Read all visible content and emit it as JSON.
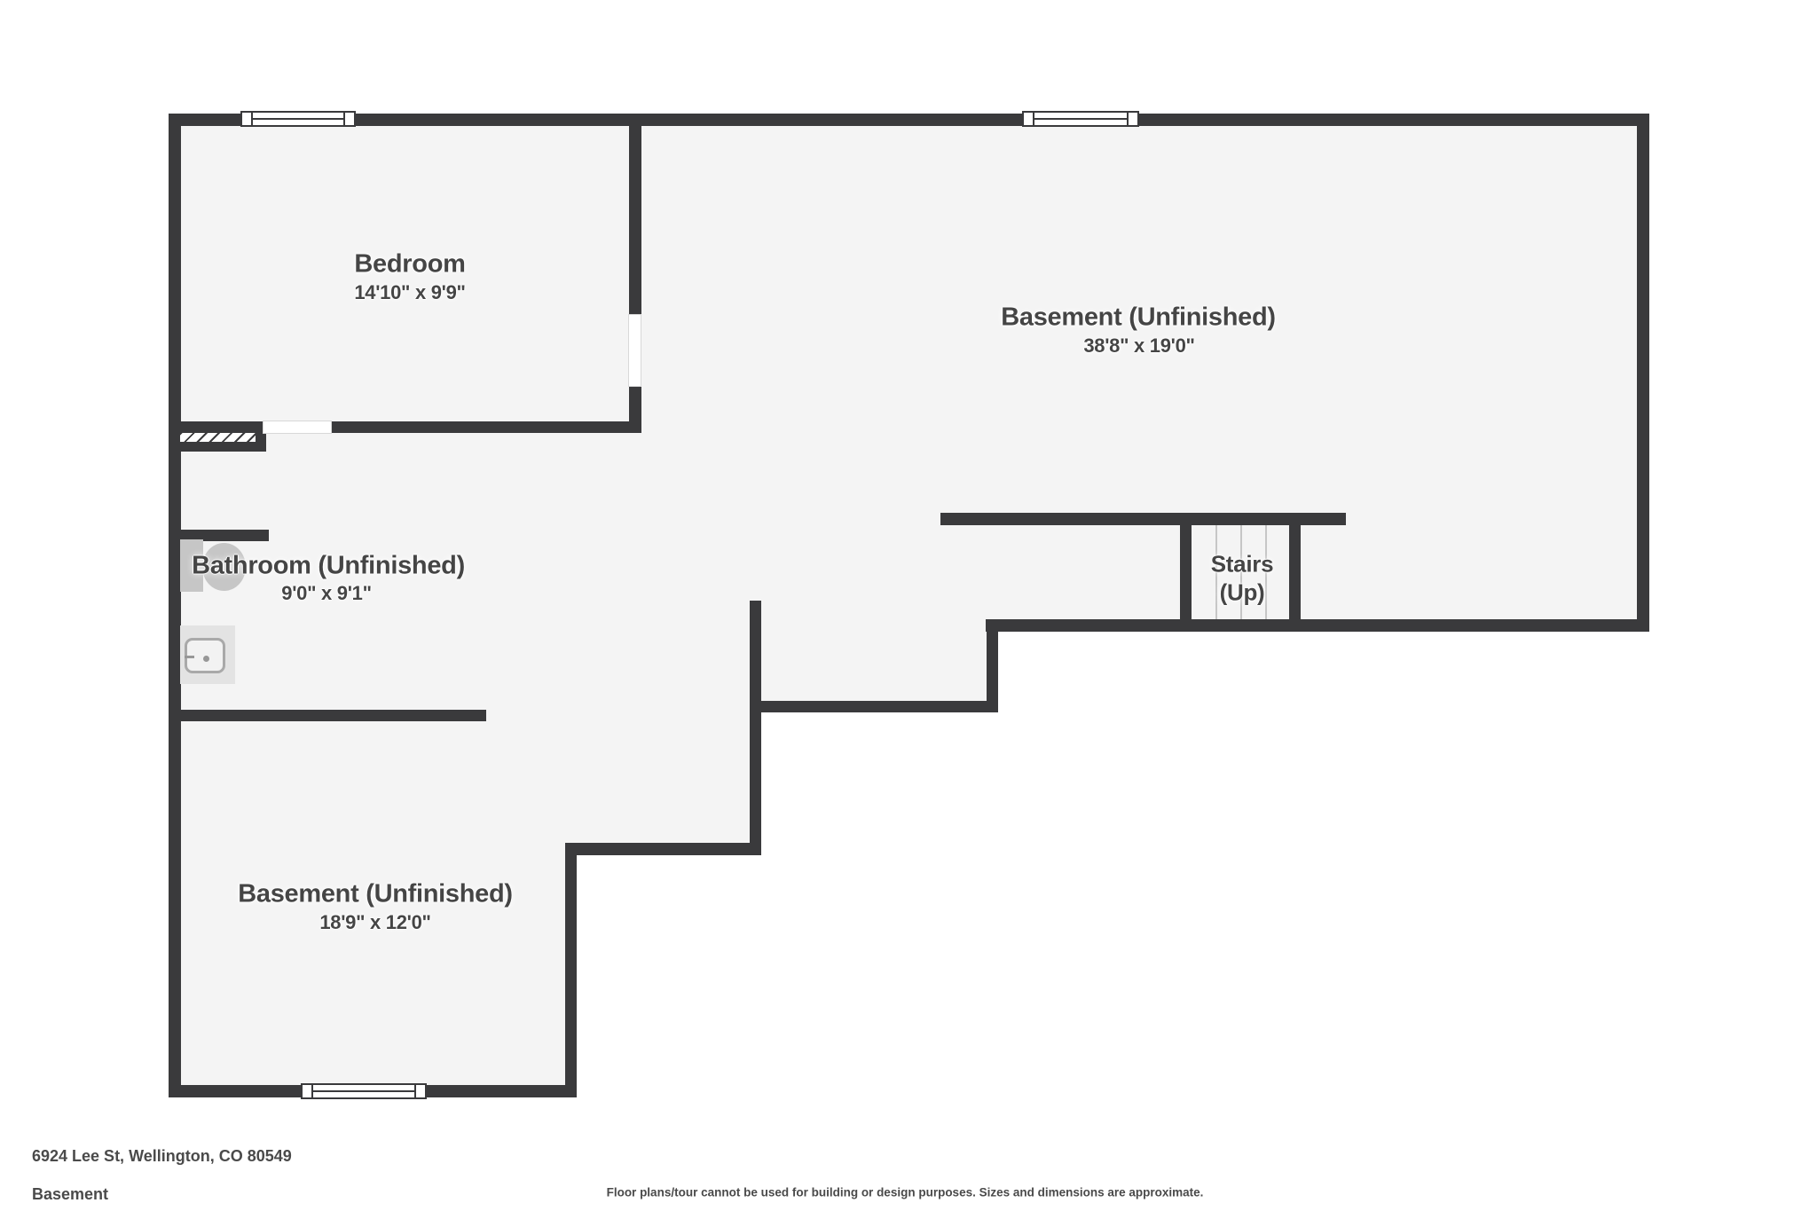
{
  "title": "Basement floor plan",
  "colors": {
    "wall": "#3a3a3c",
    "floor": "#f4f4f4",
    "outside": "#ffffff",
    "label_text": "#454545",
    "stair_tread": "#c6c6c6",
    "fixture_gray": "#c6c6c6",
    "sink_counter": "#e3e3e3"
  },
  "rooms": [
    {
      "name": "Bedroom",
      "dims": "14'10\" x 9'9\""
    },
    {
      "name": "Basement (Unfinished)",
      "dims": "38'8\" x 19'0\""
    },
    {
      "name": "Bathroom (Unfinished)",
      "dims": "9'0\" x 9'1\""
    },
    {
      "name": "Stairs",
      "dims": "(Up)"
    },
    {
      "name": "Basement (Unfinished)",
      "dims": "18'9\" x 12'0\""
    }
  ],
  "icons": [
    "toilet-icon",
    "sink-icon",
    "window-icon",
    "stair-treads",
    "wall-hatch"
  ],
  "footer": {
    "address": "6924 Lee St, Wellington, CO 80549",
    "floor_name": "Basement",
    "disclaimer": "Floor plans/tour cannot be used for building or design purposes. Sizes and dimensions are approximate."
  }
}
